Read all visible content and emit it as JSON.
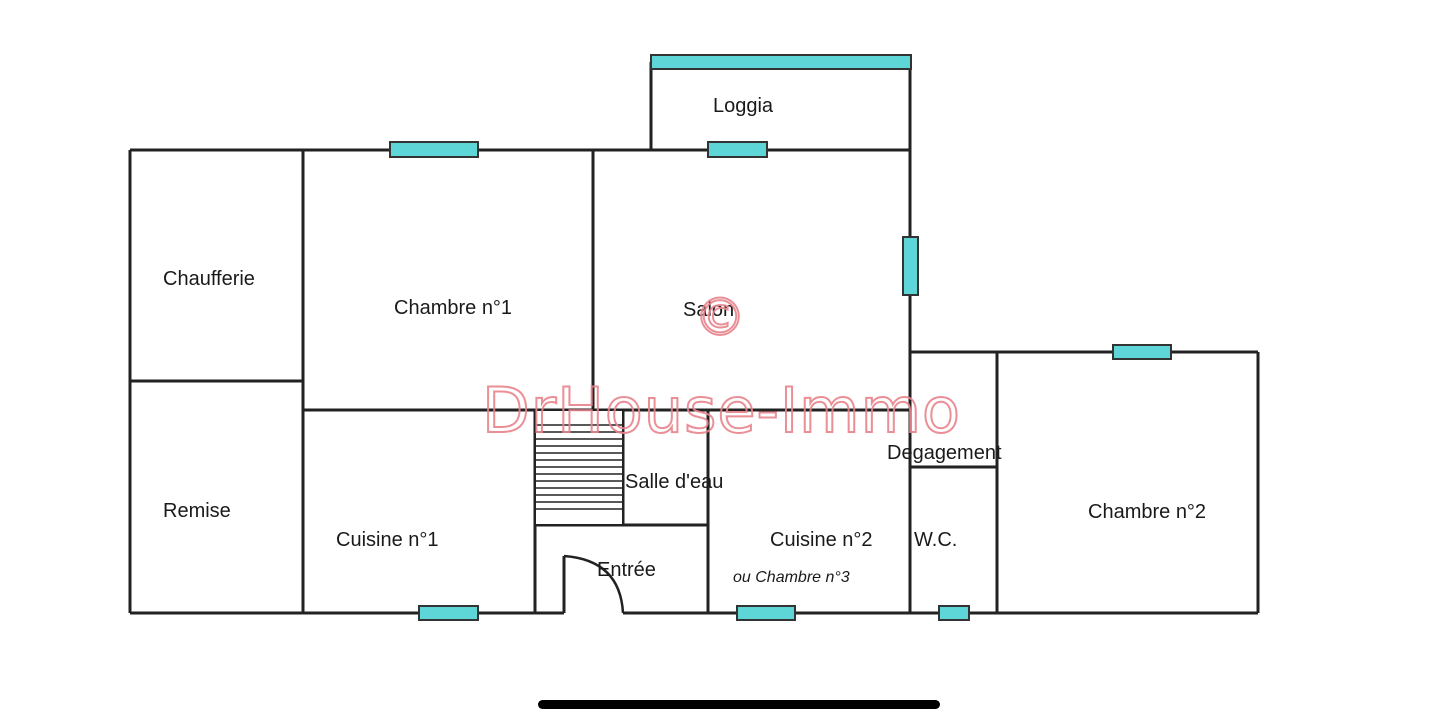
{
  "rooms": {
    "loggia": "Loggia",
    "chaufferie": "Chaufferie",
    "chambre1": "Chambre n°1",
    "salon": "Salon",
    "remise": "Remise",
    "cuisine1": "Cuisine n°1",
    "salle_eau": "Salle d'eau",
    "entree": "Entrée",
    "cuisine2": "Cuisine n°2",
    "cuisine2_alt": "ou Chambre n°3",
    "degagement": "Degagement",
    "wc": "W.C.",
    "chambre2": "Chambre n°2"
  },
  "watermark": {
    "symbol": "©",
    "text": "DrHouse-Immo",
    "color": "#e8838b"
  },
  "colors": {
    "window": "#5ed6d8",
    "wall": "#222222"
  }
}
